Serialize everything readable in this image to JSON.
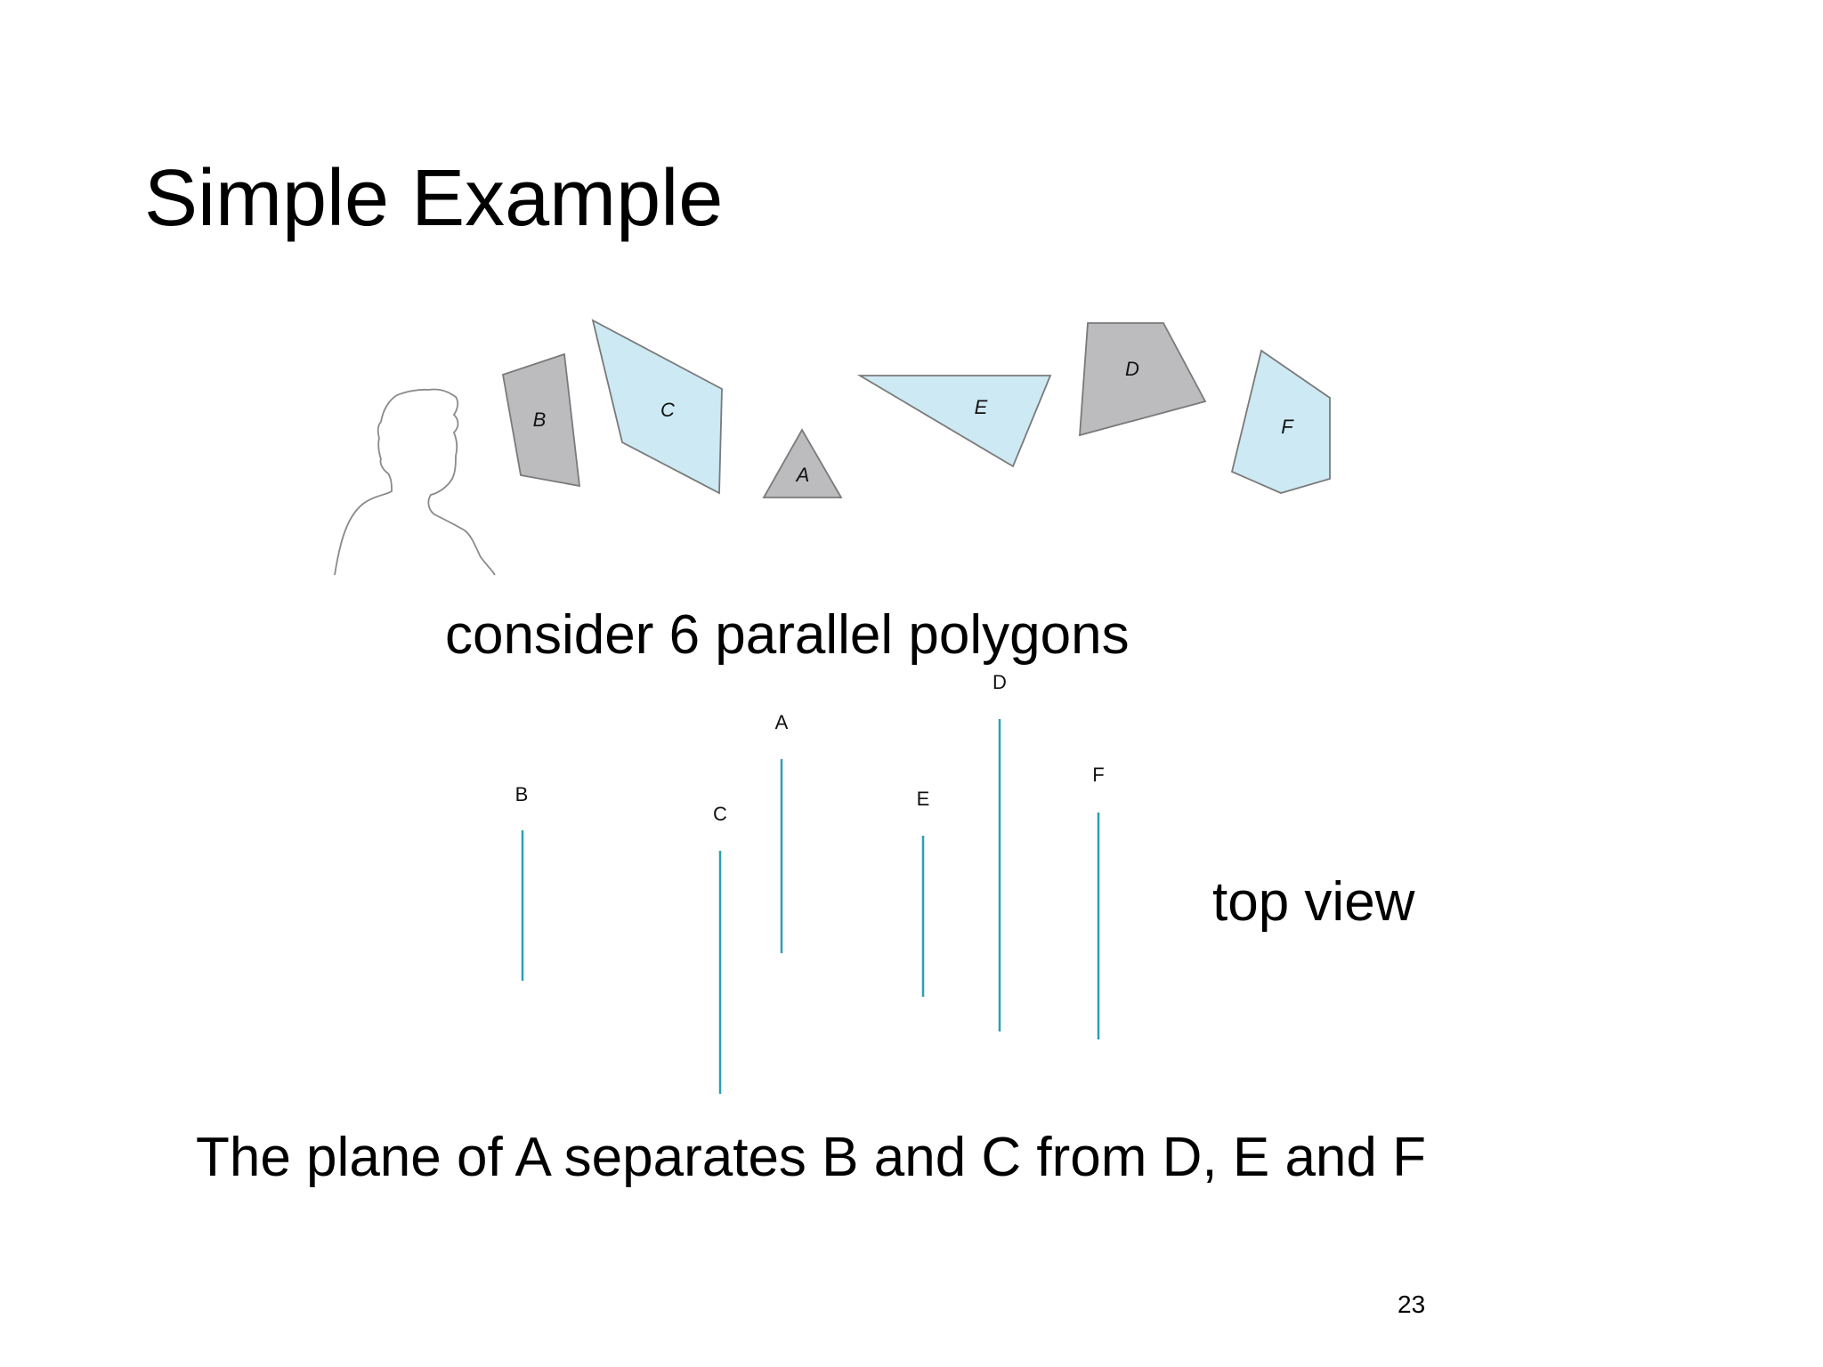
{
  "slide": {
    "title": "Simple Example",
    "caption_polygons": "consider 6 parallel polygons",
    "caption_topview": "top view",
    "caption_plane": "The plane of A separates B and C from D, E and F",
    "page_number": "23"
  },
  "perspective": {
    "polygons": [
      {
        "label": "B",
        "fill": "#bcbcbe"
      },
      {
        "label": "C",
        "fill": "#cde9f3"
      },
      {
        "label": "A",
        "fill": "#bcbcbe"
      },
      {
        "label": "E",
        "fill": "#cde9f3"
      },
      {
        "label": "D",
        "fill": "#bcbcbe"
      },
      {
        "label": "F",
        "fill": "#cde9f3"
      }
    ],
    "outline_color": "#7a7a7a"
  },
  "top_view": {
    "line_color": "#2aa0b4",
    "lines": [
      {
        "label": "B"
      },
      {
        "label": "C"
      },
      {
        "label": "A"
      },
      {
        "label": "E"
      },
      {
        "label": "D"
      },
      {
        "label": "F"
      }
    ]
  }
}
